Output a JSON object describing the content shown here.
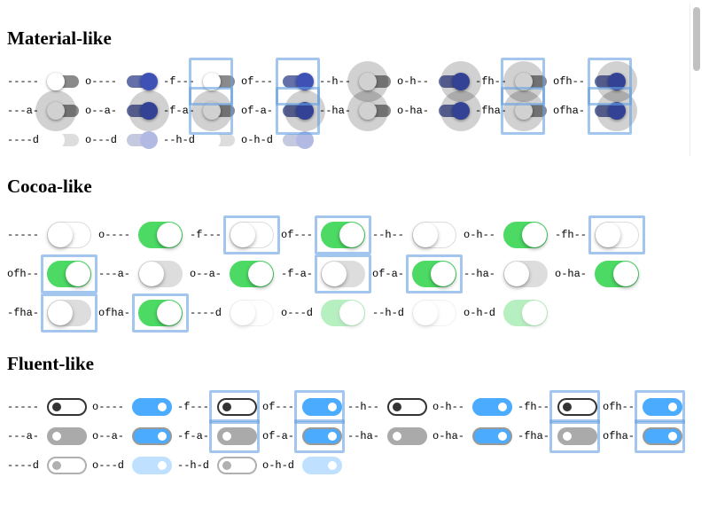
{
  "sections": [
    {
      "key": "m",
      "title": "Material-like",
      "items": [
        "-----",
        "o----",
        "-f---",
        "of---",
        "--h--",
        "o-h--",
        "-fh--",
        "ofh--",
        "---a-",
        "o--a-",
        "-f-a-",
        "of-a-",
        "--ha-",
        "o-ha-",
        "-fha-",
        "ofha-",
        "----d",
        "o---d",
        "--h-d",
        "o-h-d"
      ]
    },
    {
      "key": "c",
      "title": "Cocoa-like",
      "items": [
        "-----",
        "o----",
        "-f---",
        "of---",
        "--h--",
        "o-h--",
        "-fh--",
        "ofh--",
        "---a-",
        "o--a-",
        "-f-a-",
        "of-a-",
        "--ha-",
        "o-ha-",
        "-fha-",
        "ofha-",
        "----d",
        "o---d",
        "--h-d",
        "o-h-d"
      ]
    },
    {
      "key": "f",
      "title": "Fluent-like",
      "items": [
        "-----",
        "o----",
        "-f---",
        "of---",
        "--h--",
        "o-h--",
        "-fh--",
        "ofh--",
        "---a-",
        "o--a-",
        "-f-a-",
        "of-a-",
        "--ha-",
        "o-ha-",
        "-fha-",
        "ofha-",
        "----d",
        "o---d",
        "--h-d",
        "o-h-d"
      ]
    }
  ],
  "colors": {
    "material_on": "#3f51b5",
    "cocoa_on": "#4cd964",
    "fluent_on": "#4aabff",
    "focus": "#64a0e1"
  }
}
